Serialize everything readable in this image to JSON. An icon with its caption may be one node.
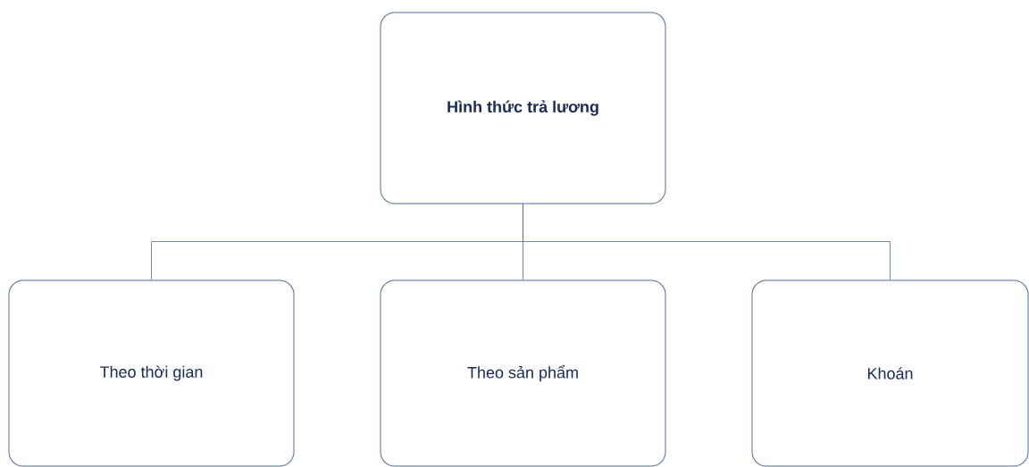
{
  "diagram": {
    "nodes": [
      {
        "text": [
          "**Hình thức trả lương**"
        ]
      },
      {
        "text": [
          "Theo thời gian"
        ]
      },
      {
        "text": [
          "Theo sản phẩm"
        ]
      },
      {
        "text": [
          "Khoán"
        ]
      }
    ],
    "edges": [
      {
        "from": 0,
        "to": 1,
        "arrow": "none"
      },
      {
        "from": 0,
        "to": 2,
        "arrow": "none"
      },
      {
        "from": 0,
        "to": 3,
        "arrow": "none"
      }
    ]
  }
}
